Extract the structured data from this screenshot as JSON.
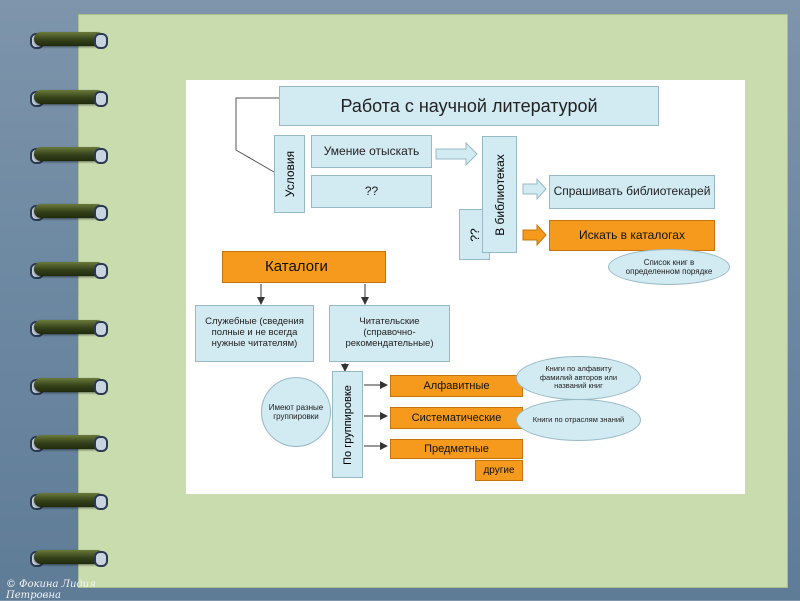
{
  "diagram": {
    "title": "Работа с научной литературой",
    "conditions": "Условия",
    "ability_find": "Умение отыскать",
    "unknown_1": "??",
    "in_libraries": "В библиотеках",
    "unknown_2": "??",
    "ask_librarians": "Спрашивать библиотекарей",
    "search_catalogs": "Искать в каталогах",
    "book_list_note": "Список книг в определенном порядке",
    "catalogs": "Каталоги",
    "service": "Служебные (сведения полные и не всегда нужные читателям)",
    "readers": "Читательские (справочно-рекомендательные)",
    "groupings_note": "Имеют разные группировки",
    "by_grouping": "По группировке",
    "alphabetical": "Алфавитные",
    "alphabetical_note": "Книги по алфавиту фамилий авторов или названий книг",
    "systematic": "Систематические",
    "systematic_note": "Книги по отраслям знаний",
    "subject": "Предметные",
    "other": "другие"
  },
  "footer": {
    "author_line1": "© Фокина Лидия",
    "author_line2": "Петровна"
  },
  "colors": {
    "box_blue": "#d2eaf1",
    "box_orange": "#f59a1c",
    "frame_green": "#c9dcae",
    "background": "#6f8aa3"
  }
}
